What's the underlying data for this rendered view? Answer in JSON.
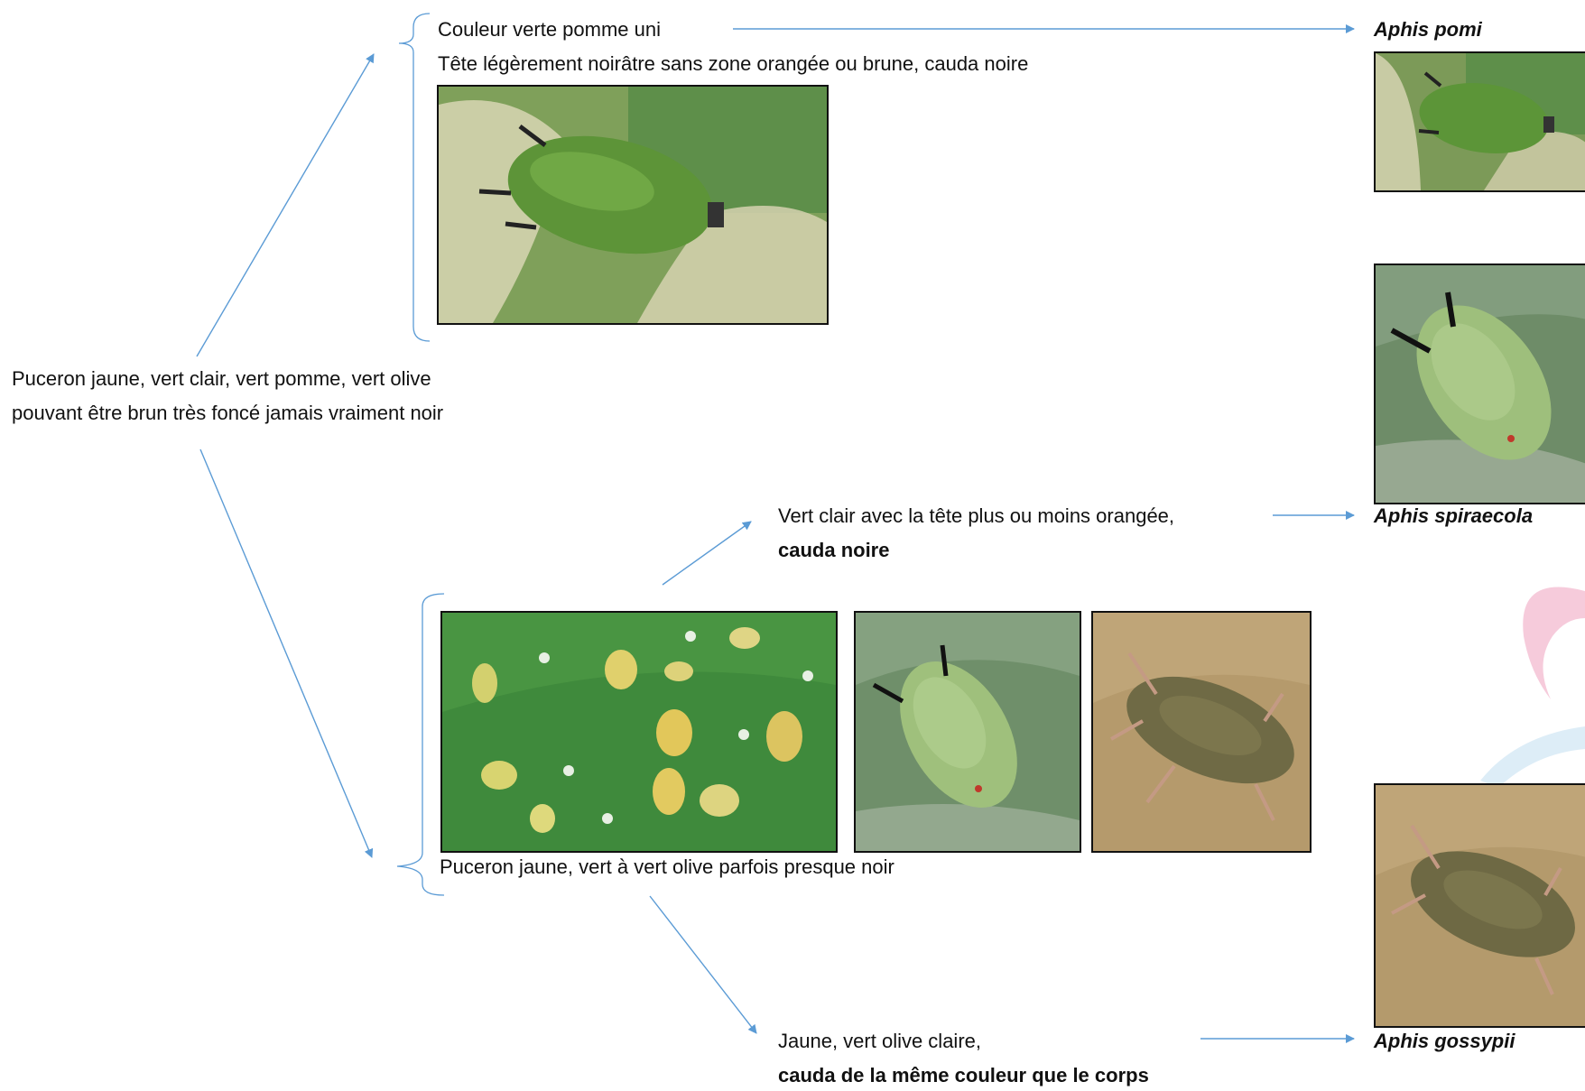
{
  "root": {
    "line1": "Puceron jaune, vert clair, vert pomme, vert olive",
    "line2": "pouvant être brun très foncé jamais vraiment noir"
  },
  "branch_top": {
    "line1": "Couleur verte pomme uni",
    "line2": "Tête légèrement noirâtre sans zone orangée ou brune, cauda noire"
  },
  "branch_bottom": {
    "caption": "Puceron jaune, vert à vert olive parfois presque noir"
  },
  "sub_top": {
    "line1": "Vert clair avec la tête plus ou moins orangée,",
    "line2": "cauda noire"
  },
  "sub_bottom": {
    "line1": "Jaune, vert olive claire,",
    "line2": "cauda de la même couleur que le corps"
  },
  "species": {
    "pomi": "Aphis pomi",
    "spiraecola": "Aphis spiraecola",
    "gossypii": "Aphis gossypii"
  },
  "colors": {
    "arrow": "#5b9bd5",
    "text": "#111111"
  }
}
